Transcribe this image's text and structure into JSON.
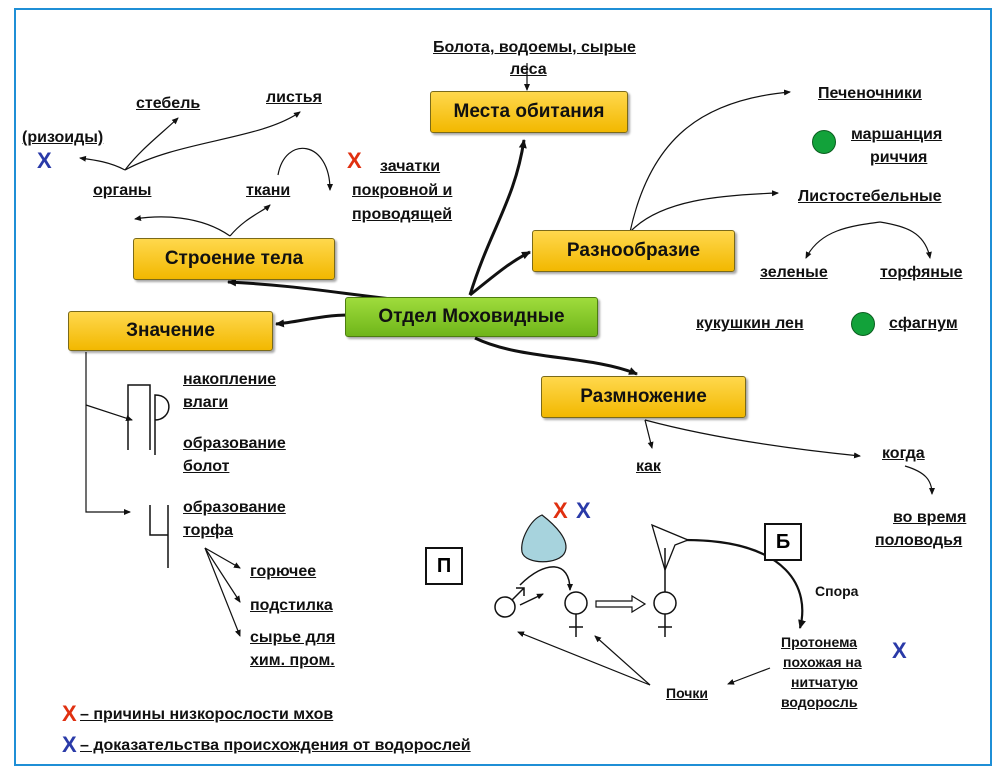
{
  "center": "Отдел Моховидные",
  "boxes": {
    "habitat": "Места обитания",
    "structure": "Строение тела",
    "diversity": "Разнообразие",
    "meaning": "Значение",
    "reproduction": "Размножение"
  },
  "habitat_text": [
    "Болота, водоемы, сырые",
    "леса"
  ],
  "structure": {
    "organs": "органы",
    "tissues": "ткани",
    "stem": "стебель",
    "leaves": "листья",
    "rhizoids": "(ризоиды)",
    "rudiments": [
      "зачатки",
      "покровной и",
      "проводящей"
    ]
  },
  "diversity": {
    "liverworts": "Печеночники",
    "marchantia": [
      "маршанция",
      "риччия"
    ],
    "leafy": "Листостебельные",
    "green": "зеленые",
    "peat": "торфяные",
    "polytrichum": "кукушкин лен",
    "sphagnum": "сфагнум"
  },
  "meaning": {
    "glyph_p": "Пр",
    "glyph_ch": "Ч",
    "moisture": [
      "накопление",
      "влаги"
    ],
    "bogs": [
      "образование",
      "болот"
    ],
    "peat_formation": [
      "образование",
      "торфа"
    ],
    "fuel": "горючее",
    "litter": "подстилка",
    "raw": [
      "сырье для",
      "хим. пром."
    ]
  },
  "reproduction": {
    "how": "как",
    "when": "когда",
    "flood": [
      "во время",
      "половодья"
    ],
    "box_p": "П",
    "box_b": "Б",
    "spore": "Спора",
    "protonema": [
      "Протонема",
      "похожая на",
      "нитчатую",
      "водоросль"
    ],
    "buds": "Почки"
  },
  "marks": {
    "red_x": "Х",
    "blue_x": "Х"
  },
  "legend": {
    "red": "– причины низкорослости мхов",
    "blue": "– доказательства происхождения от водорослей"
  },
  "colors": {
    "box": "#f2b800",
    "center": "#7cc21e",
    "red_x": "#e03010",
    "blue_x": "#2a3aa8",
    "dot": "#12a23a",
    "frame": "#1f8fd6"
  }
}
